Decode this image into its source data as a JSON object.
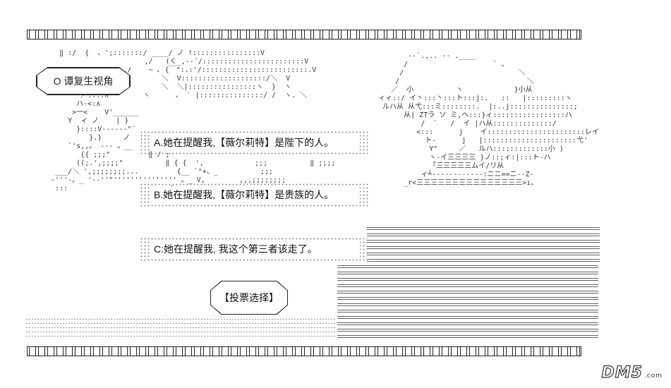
{
  "perspective_label": "O 谭复生视角",
  "options": [
    {
      "label": "A.她在提醒我,【薇尔莉特】是陛下的人。"
    },
    {
      "label": "B.她在提醒我,【薇尔莉特】是贵族的人。"
    },
    {
      "label": "C:她在提醒我, 我这个第三者该走了。"
    }
  ],
  "vote_label": "【投票选择】",
  "watermark": {
    "brand": "DM5",
    "suffix": ".com"
  }
}
